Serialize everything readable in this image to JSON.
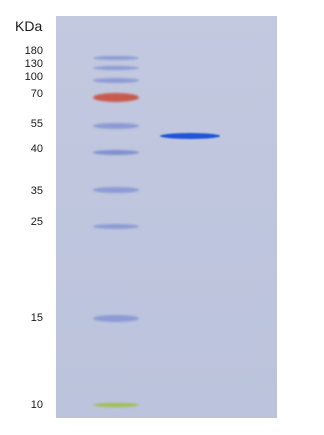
{
  "unit": "KDa",
  "ladder": [
    {
      "label": "180",
      "color": "#8c9bd4"
    },
    {
      "label": "130",
      "color": "#8c9bd4"
    },
    {
      "label": "100",
      "color": "#8c9bd4"
    },
    {
      "label": "70",
      "color": "#c65a4c"
    },
    {
      "label": "55",
      "color": "#8c9bd4"
    },
    {
      "label": "40",
      "color": "#7f8fd0"
    },
    {
      "label": "35",
      "color": "#8c9bd4"
    },
    {
      "label": "25",
      "color": "#8c9bd4"
    },
    {
      "label": "15",
      "color": "#8c9bd4"
    },
    {
      "label": "10",
      "color": "#9cc04a"
    }
  ],
  "sample_band_color": "#1f55d8"
}
